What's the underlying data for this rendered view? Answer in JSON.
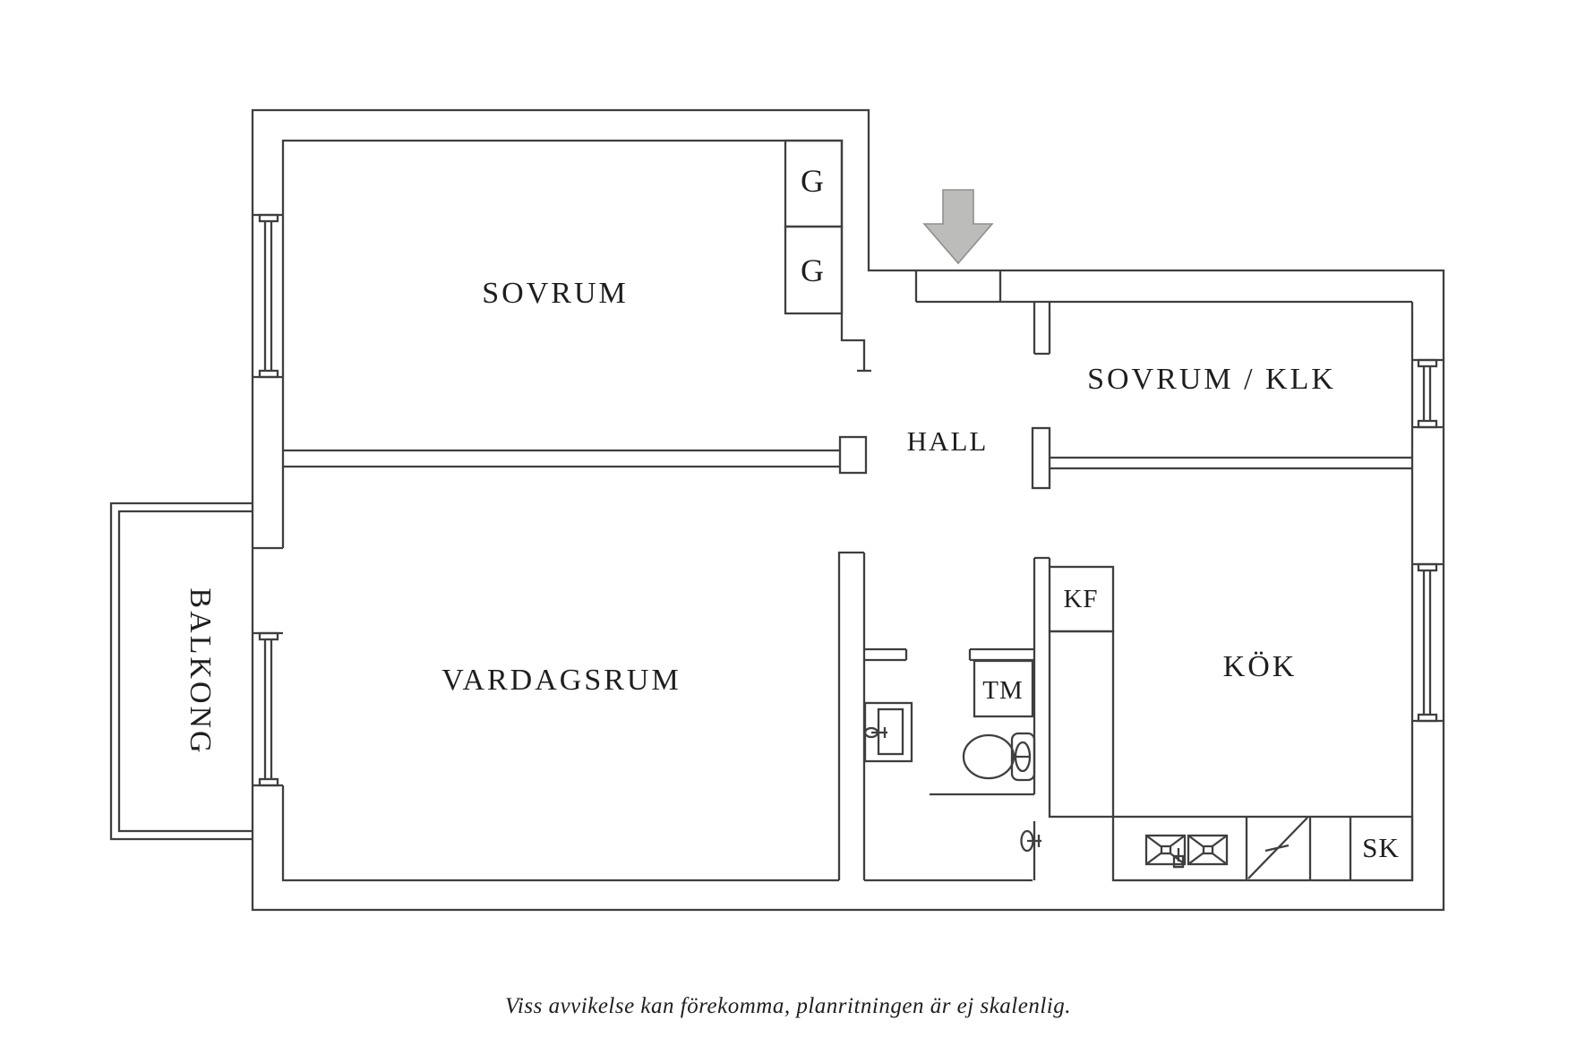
{
  "rooms": {
    "sovrum": "SOVRUM",
    "sovrum_klk": "SOVRUM / KLK",
    "hall": "HALL",
    "vardagsrum": "VARDAGSRUM",
    "kok": "KÖK",
    "balkong": "BALKONG"
  },
  "fixtures": {
    "g_top": "G",
    "g_bottom": "G",
    "kf": "KF",
    "tm": "TM",
    "sk": "SK"
  },
  "icons": {
    "entry_arrow": "down-arrow",
    "toilet": "toilet-top-view",
    "bathroom_sink": "washbasin-top-view",
    "kitchen_sink": "double-sink-top-view",
    "stove": "stove-diagonal-symbol"
  },
  "footer": {
    "disclaimer": "Viss avvikelse kan förekomma, planritningen är ej skalenlig."
  },
  "colors": {
    "line": "#3f3f3f",
    "text": "#1e1e1e",
    "arrow_fill": "#bcbcba",
    "arrow_stroke": "#8f8f8d",
    "background": "#ffffff"
  }
}
